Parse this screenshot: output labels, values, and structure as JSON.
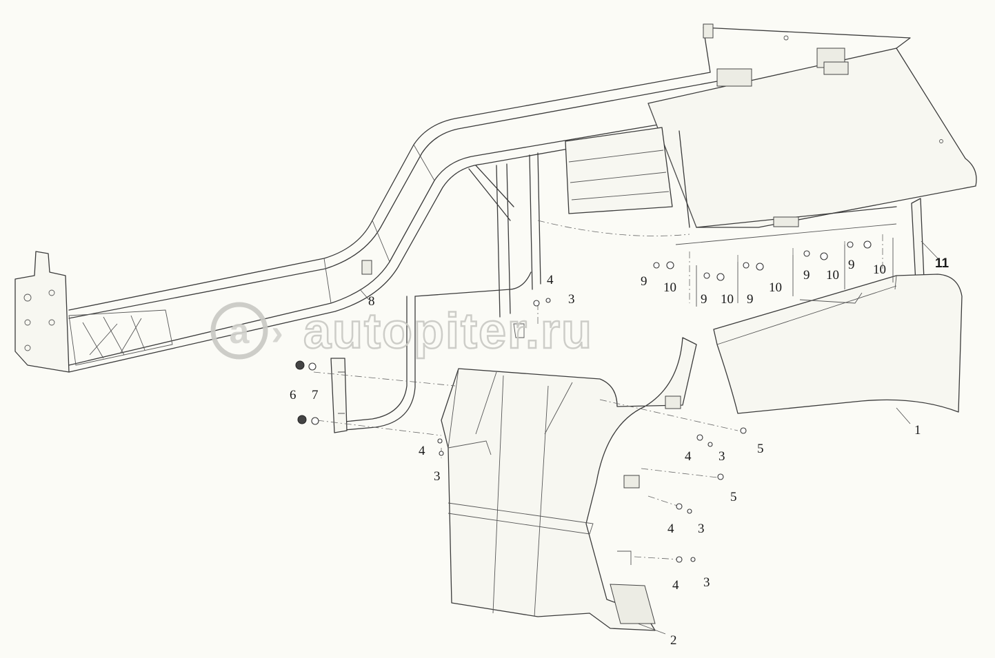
{
  "watermark": {
    "text": "autopiter.ru",
    "ring_letter": "a",
    "arrow": "›",
    "color": "#c9c9c4"
  },
  "callouts": [
    {
      "id": "c1",
      "text": "1"
    },
    {
      "id": "c2",
      "text": "2"
    },
    {
      "id": "c3a",
      "text": "3"
    },
    {
      "id": "c3b",
      "text": "3"
    },
    {
      "id": "c3c",
      "text": "3"
    },
    {
      "id": "c3d",
      "text": "3"
    },
    {
      "id": "c3e",
      "text": "3"
    },
    {
      "id": "c4a",
      "text": "4"
    },
    {
      "id": "c4b",
      "text": "4"
    },
    {
      "id": "c4c",
      "text": "4"
    },
    {
      "id": "c4d",
      "text": "4"
    },
    {
      "id": "c4e",
      "text": "4"
    },
    {
      "id": "c5a",
      "text": "5"
    },
    {
      "id": "c5b",
      "text": "5"
    },
    {
      "id": "c6",
      "text": "6"
    },
    {
      "id": "c7",
      "text": "7"
    },
    {
      "id": "c8",
      "text": "8"
    },
    {
      "id": "c9a",
      "text": "9"
    },
    {
      "id": "c9b",
      "text": "9"
    },
    {
      "id": "c9c",
      "text": "9"
    },
    {
      "id": "c9d",
      "text": "9"
    },
    {
      "id": "c9e",
      "text": "9"
    },
    {
      "id": "c10a",
      "text": "10"
    },
    {
      "id": "c10b",
      "text": "10"
    },
    {
      "id": "c10c",
      "text": "10"
    },
    {
      "id": "c10d",
      "text": "10"
    },
    {
      "id": "c10e",
      "text": "10"
    },
    {
      "id": "c11",
      "text": "11"
    }
  ]
}
